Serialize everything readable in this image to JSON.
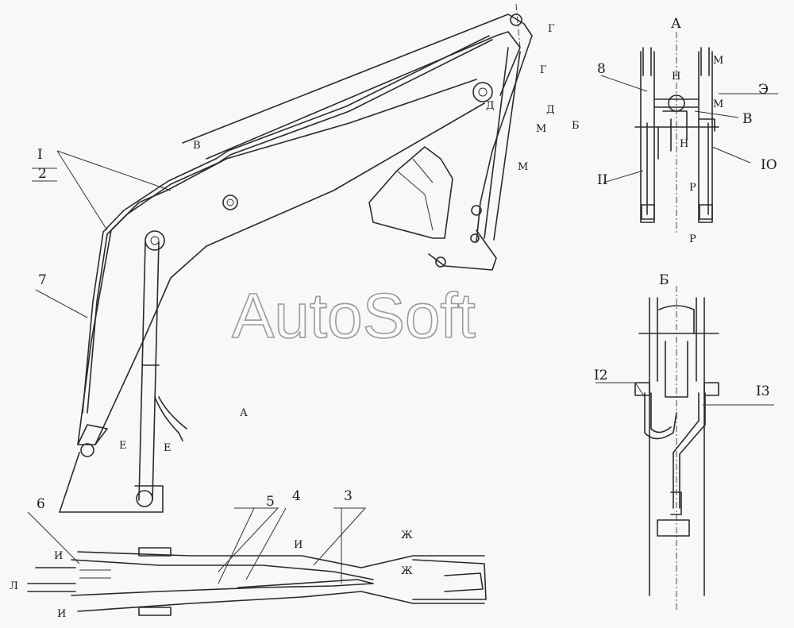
{
  "watermark": "AutoSoft",
  "view_titles": {
    "view_a": "А",
    "view_b": "Б"
  },
  "main_view": {
    "callouts": [
      "I",
      "2",
      "7",
      "6",
      "5",
      "4",
      "3"
    ],
    "section_marks": [
      "В",
      "Г",
      "Г",
      "Д",
      "Д",
      "М",
      "М",
      "Б",
      "Е",
      "Е",
      "А",
      "И",
      "И",
      "И",
      "Ж",
      "Ж",
      "Л"
    ]
  },
  "detail_a": {
    "callouts": [
      "8",
      "Э",
      "В",
      "II",
      "IO"
    ],
    "section_marks": [
      "Н",
      "Н",
      "М",
      "М",
      "Р",
      "Р"
    ]
  },
  "detail_b": {
    "callouts": [
      "I2",
      "I3"
    ]
  }
}
